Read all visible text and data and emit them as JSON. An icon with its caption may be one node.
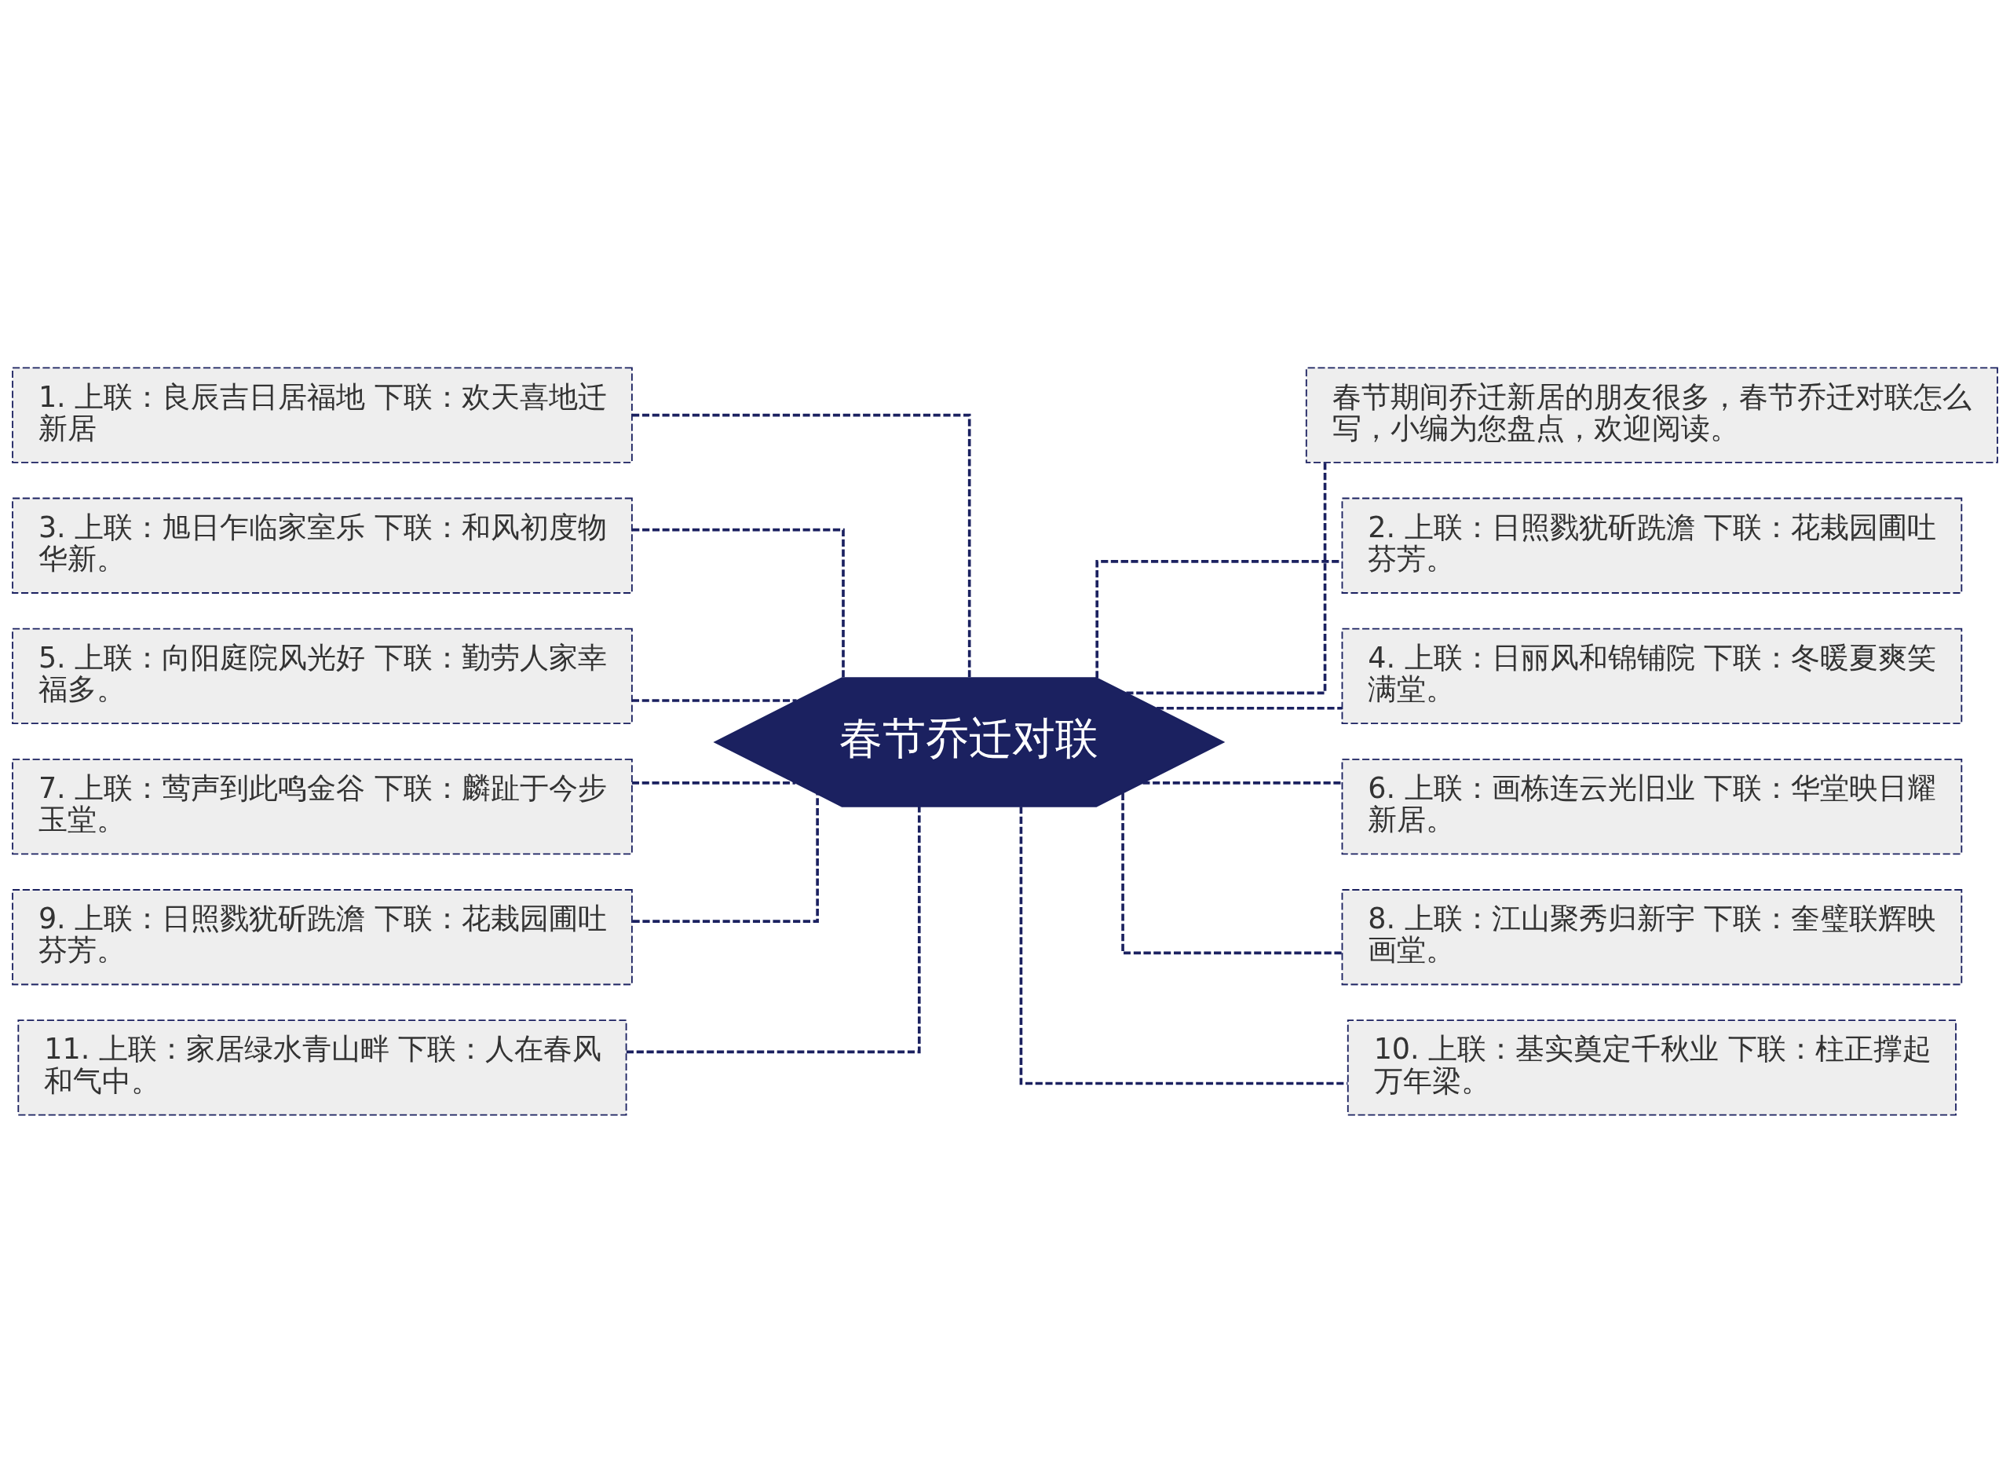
{
  "diagram": {
    "nodes": [
      {
        "text": [
          "春节乔迁对联"
        ]
      },
      {
        "text": [
          "1. 上联：良辰吉日居福地 下联：欢天喜地迁新居"
        ]
      },
      {
        "text": [
          "3. 上联：旭日乍临家室乐 下联：和风初度物华新。"
        ]
      },
      {
        "text": [
          "5. 上联：向阳庭院风光好 下联：勤劳人家幸福多。"
        ]
      },
      {
        "text": [
          "7. 上联：莺声到此鸣金谷 下联：麟趾于今步玉堂。"
        ]
      },
      {
        "text": [
          "9. 上联：日照戮犹斫跣澹 下联：花栽园圃吐芬芳。"
        ]
      },
      {
        "text": [
          "11. 上联：家居绿水青山畔 下联：人在春风和气中。"
        ]
      },
      {
        "text": [
          "春节期间乔迁新居的朋友很多，春节乔迁对联怎么写，小编为您盘点，欢迎阅读。"
        ]
      },
      {
        "text": [
          "2. 上联：日照戮犹斫跣澹 下联：花栽园圃吐芬芳。"
        ]
      },
      {
        "text": [
          "4. 上联：日丽风和锦铺院 下联：冬暖夏爽笑满堂。"
        ]
      },
      {
        "text": [
          "6. 上联：画栋连云光旧业 下联：华堂映日耀新居。"
        ]
      },
      {
        "text": [
          "8. 上联：江山聚秀归新宇 下联：奎璧联辉映画堂。"
        ]
      },
      {
        "text": [
          "10. 上联：基实奠定千秋业 下联：柱正撑起万年梁。"
        ]
      }
    ],
    "edges": [
      {
        "from": 0,
        "to": 1,
        "arrow": "none",
        "style": "dashed"
      },
      {
        "from": 0,
        "to": 2,
        "arrow": "none",
        "style": "dashed"
      },
      {
        "from": 0,
        "to": 3,
        "arrow": "none",
        "style": "dashed"
      },
      {
        "from": 0,
        "to": 4,
        "arrow": "none",
        "style": "dashed"
      },
      {
        "from": 0,
        "to": 5,
        "arrow": "none",
        "style": "dashed"
      },
      {
        "from": 0,
        "to": 6,
        "arrow": "none",
        "style": "dashed"
      },
      {
        "from": 0,
        "to": 7,
        "arrow": "none",
        "style": "dashed"
      },
      {
        "from": 0,
        "to": 8,
        "arrow": "none",
        "style": "dashed"
      },
      {
        "from": 0,
        "to": 9,
        "arrow": "none",
        "style": "dashed"
      },
      {
        "from": 0,
        "to": 10,
        "arrow": "none",
        "style": "dashed"
      },
      {
        "from": 0,
        "to": 11,
        "arrow": "none",
        "style": "dashed"
      },
      {
        "from": 0,
        "to": 12,
        "arrow": "none",
        "style": "dashed"
      }
    ]
  }
}
